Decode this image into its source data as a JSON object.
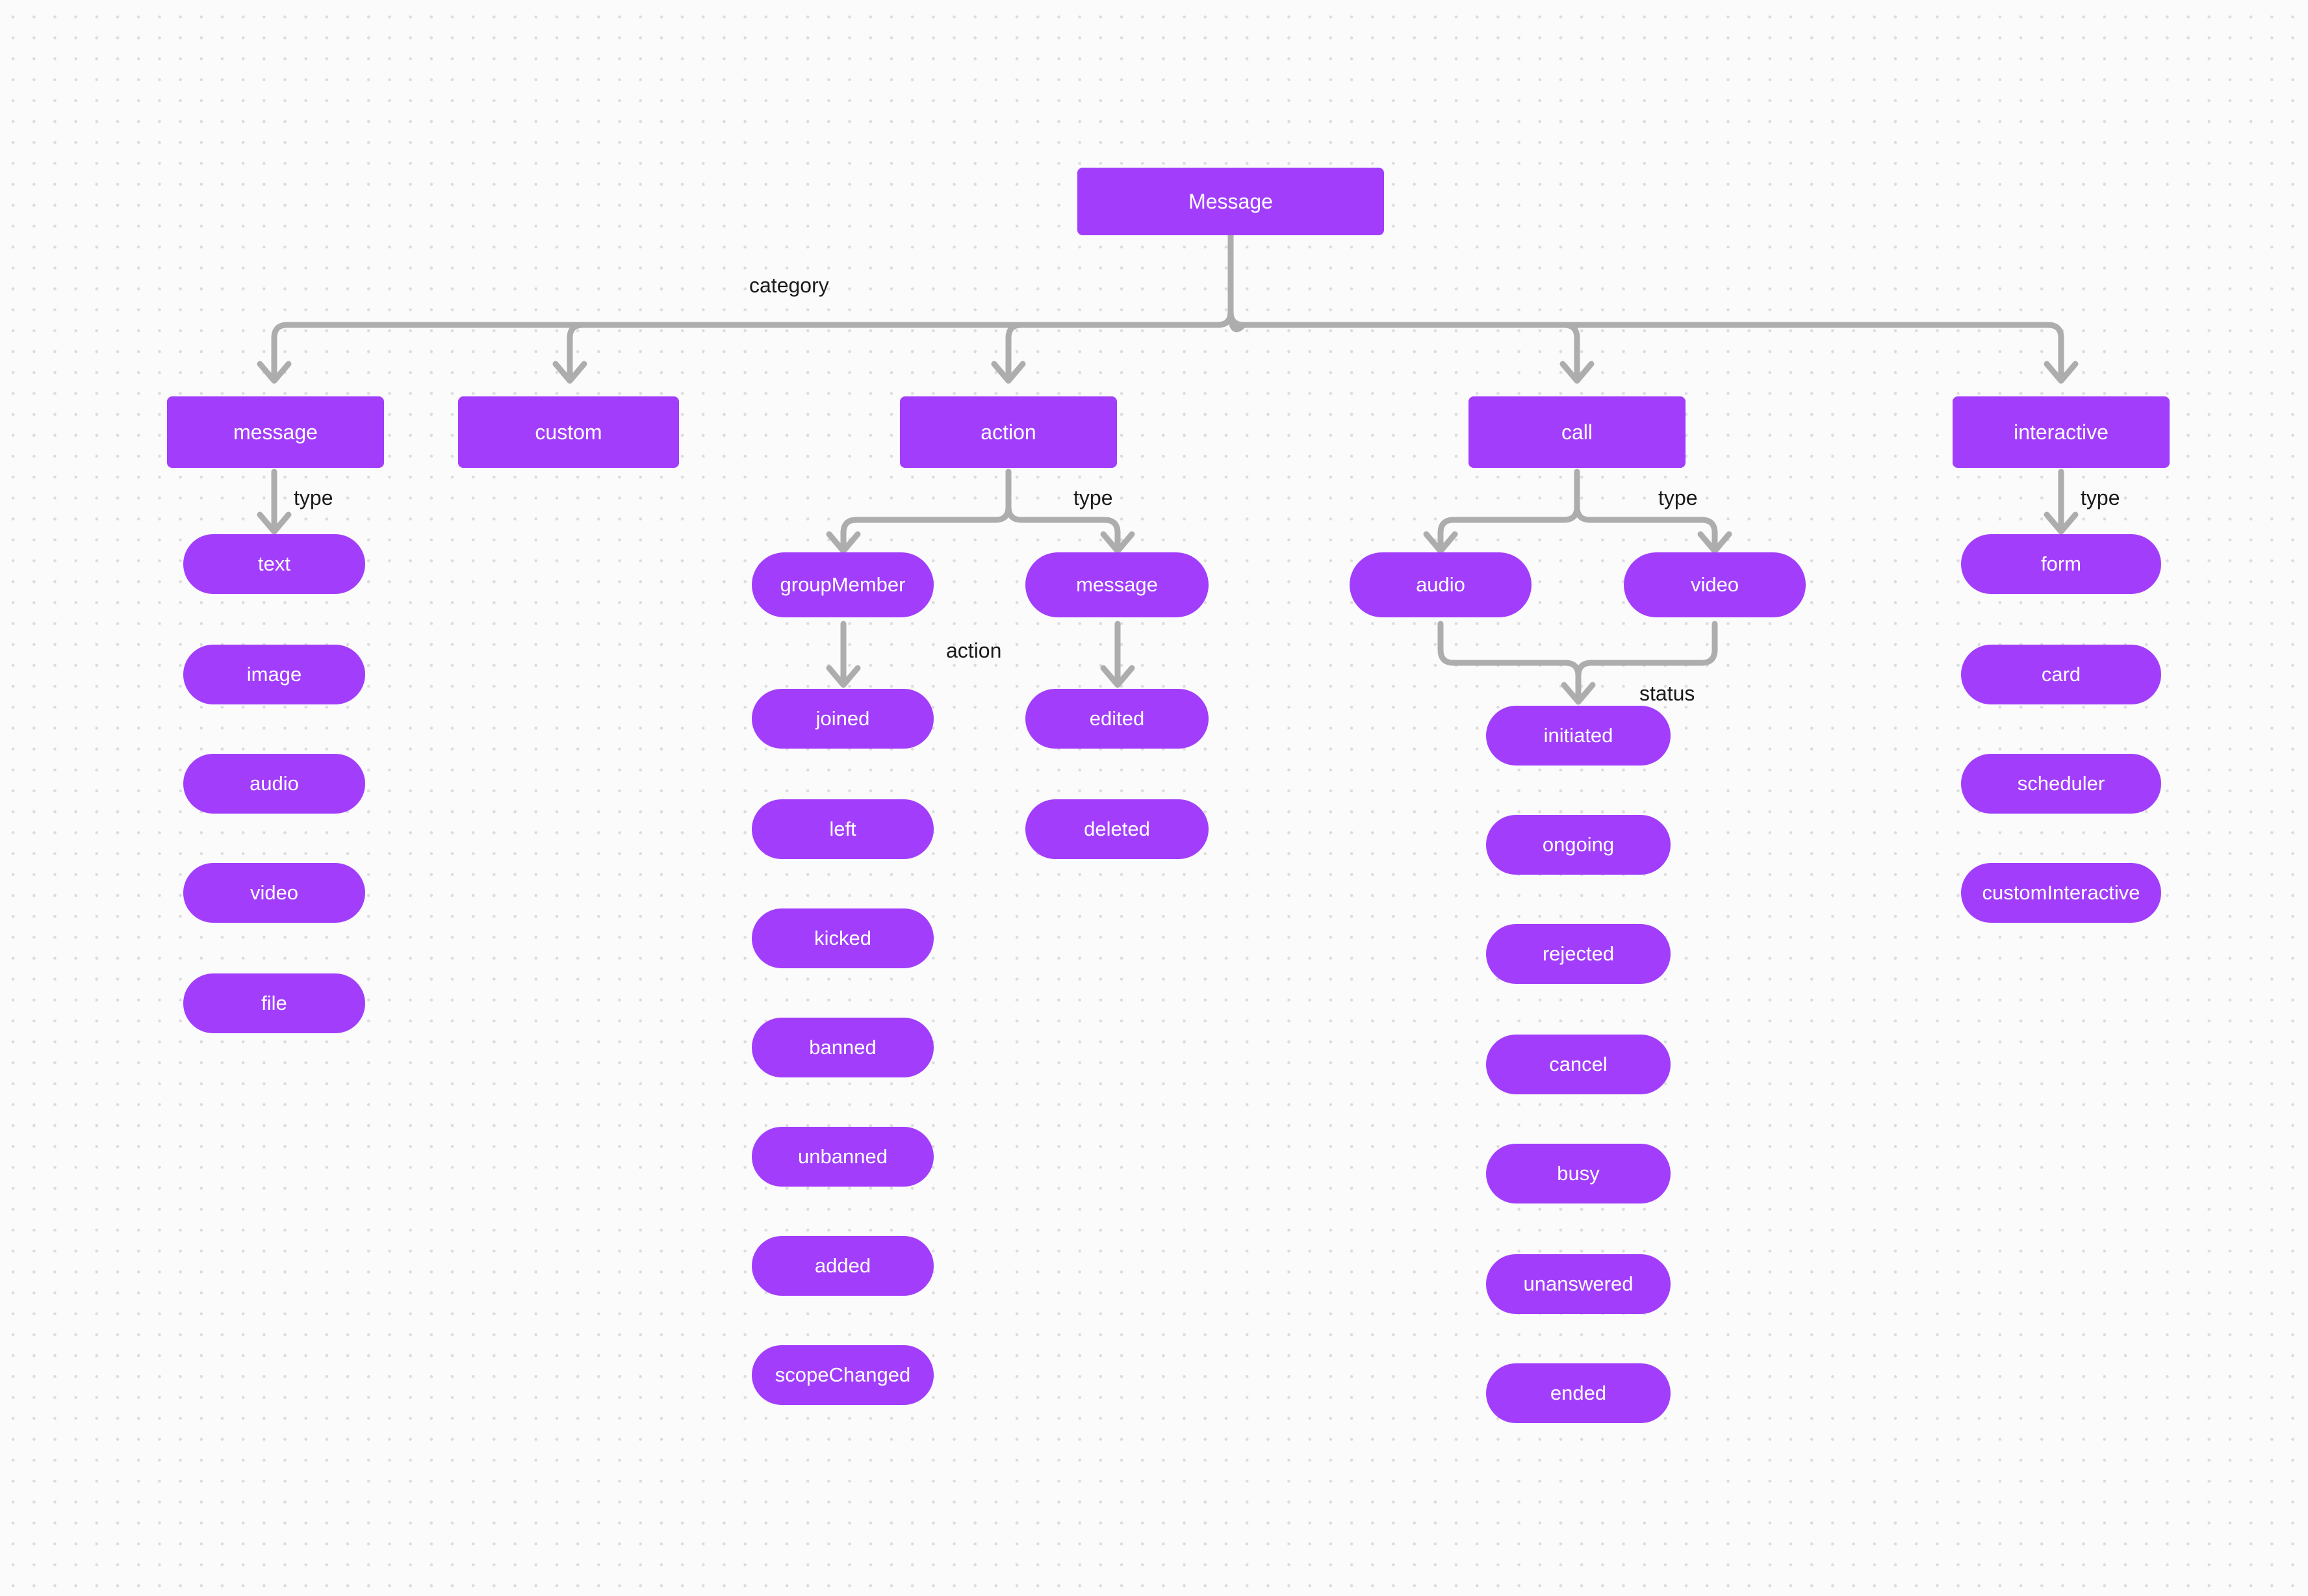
{
  "diagram": {
    "title_node": "Message",
    "colors": {
      "node_fill": "#a23efb",
      "node_text": "#ffffff",
      "edge_stroke": "#adadad",
      "label_text": "#1a1a1a",
      "canvas_bg": "#fbfbfb",
      "dot_grid": "#dcdcdc"
    },
    "edge_labels": {
      "category": "category",
      "message_type": "type",
      "action_type": "type",
      "action_action": "action",
      "call_type": "type",
      "call_status": "status",
      "interactive_type": "type"
    },
    "categories": [
      {
        "id": "message",
        "label": "message"
      },
      {
        "id": "custom",
        "label": "custom"
      },
      {
        "id": "action",
        "label": "action"
      },
      {
        "id": "call",
        "label": "call"
      },
      {
        "id": "interactive",
        "label": "interactive"
      }
    ],
    "message_types": [
      {
        "label": "text"
      },
      {
        "label": "image"
      },
      {
        "label": "audio"
      },
      {
        "label": "video"
      },
      {
        "label": "file"
      }
    ],
    "action_types": [
      {
        "label": "groupMember"
      },
      {
        "label": "message"
      }
    ],
    "group_member_actions": [
      {
        "label": "joined"
      },
      {
        "label": "left"
      },
      {
        "label": "kicked"
      },
      {
        "label": "banned"
      },
      {
        "label": "unbanned"
      },
      {
        "label": "added"
      },
      {
        "label": "scopeChanged"
      }
    ],
    "message_actions": [
      {
        "label": "edited"
      },
      {
        "label": "deleted"
      }
    ],
    "call_types": [
      {
        "label": "audio"
      },
      {
        "label": "video"
      }
    ],
    "call_statuses": [
      {
        "label": "initiated"
      },
      {
        "label": "ongoing"
      },
      {
        "label": "rejected"
      },
      {
        "label": "cancel"
      },
      {
        "label": "busy"
      },
      {
        "label": "unanswered"
      },
      {
        "label": "ended"
      }
    ],
    "interactive_types": [
      {
        "label": "form"
      },
      {
        "label": "card"
      },
      {
        "label": "scheduler"
      },
      {
        "label": "customInteractive"
      }
    ]
  }
}
